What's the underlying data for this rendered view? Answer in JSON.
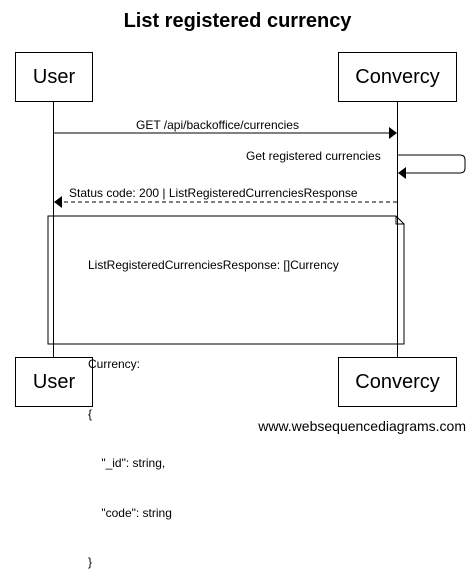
{
  "diagram": {
    "title": "List registered currency",
    "participants": [
      {
        "id": "user",
        "label": "User"
      },
      {
        "id": "convercy",
        "label": "Convercy"
      }
    ],
    "messages": [
      {
        "from": "user",
        "to": "convercy",
        "label": "GET /api/backoffice/currencies",
        "style": "solid"
      },
      {
        "from": "convercy",
        "to": "convercy",
        "label": "Get registered currencies",
        "style": "solid"
      },
      {
        "from": "convercy",
        "to": "user",
        "label": "Status code: 200 | ListRegisteredCurrenciesResponse",
        "style": "dashed"
      }
    ],
    "note": {
      "lines": [
        "ListRegisteredCurrenciesResponse: []Currency",
        "",
        "Currency:",
        "{",
        "    \"_id\": string,",
        "    \"code\": string",
        "}"
      ]
    },
    "footer": "www.websequencediagrams.com"
  }
}
